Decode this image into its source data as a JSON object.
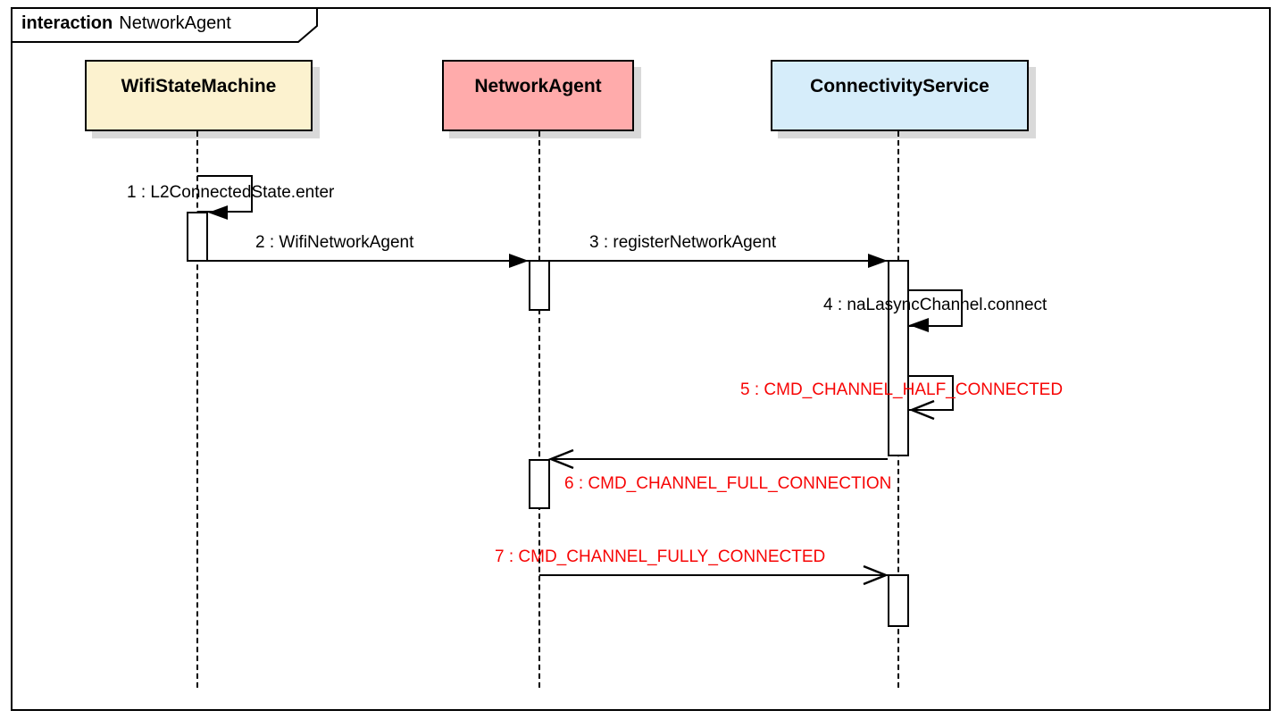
{
  "diagram": {
    "frame_keyword": "interaction",
    "frame_title": "NetworkAgent",
    "type": "uml-sequence-diagram"
  },
  "participants": [
    {
      "name": "WifiStateMachine",
      "fill": "#fcf2cf"
    },
    {
      "name": "NetworkAgent",
      "fill": "#ffabab"
    },
    {
      "name": "ConnectivityService",
      "fill": "#d6edfa"
    }
  ],
  "messages": [
    {
      "seq": 1,
      "label": "1 : L2ConnectedState.enter",
      "from": "WifiStateMachine",
      "to": "WifiStateMachine",
      "kind": "self-message",
      "arrow": "filled",
      "color": "#000000"
    },
    {
      "seq": 2,
      "label": "2 : WifiNetworkAgent",
      "from": "WifiStateMachine",
      "to": "NetworkAgent",
      "kind": "call",
      "arrow": "filled",
      "color": "#000000"
    },
    {
      "seq": 3,
      "label": "3 : registerNetworkAgent",
      "from": "NetworkAgent",
      "to": "ConnectivityService",
      "kind": "call",
      "arrow": "filled",
      "color": "#000000"
    },
    {
      "seq": 4,
      "label": "4 : naLasyncChannel.connect",
      "from": "ConnectivityService",
      "to": "ConnectivityService",
      "kind": "self-message",
      "arrow": "filled",
      "color": "#000000"
    },
    {
      "seq": 5,
      "label": "5 : CMD_CHANNEL_HALF_CONNECTED",
      "from": "ConnectivityService",
      "to": "ConnectivityService",
      "kind": "self-message",
      "arrow": "open",
      "color": "#f70505"
    },
    {
      "seq": 6,
      "label": "6 : CMD_CHANNEL_FULL_CONNECTION",
      "from": "ConnectivityService",
      "to": "NetworkAgent",
      "kind": "async",
      "arrow": "open",
      "color": "#f70505"
    },
    {
      "seq": 7,
      "label": "7 : CMD_CHANNEL_FULLY_CONNECTED",
      "from": "NetworkAgent",
      "to": "ConnectivityService",
      "kind": "async",
      "arrow": "open",
      "color": "#f70505"
    }
  ],
  "colors": {
    "frame_border": "#000000",
    "async_message_text": "#f70505",
    "sync_message_text": "#000000",
    "shadow": "#d9d9d9"
  }
}
